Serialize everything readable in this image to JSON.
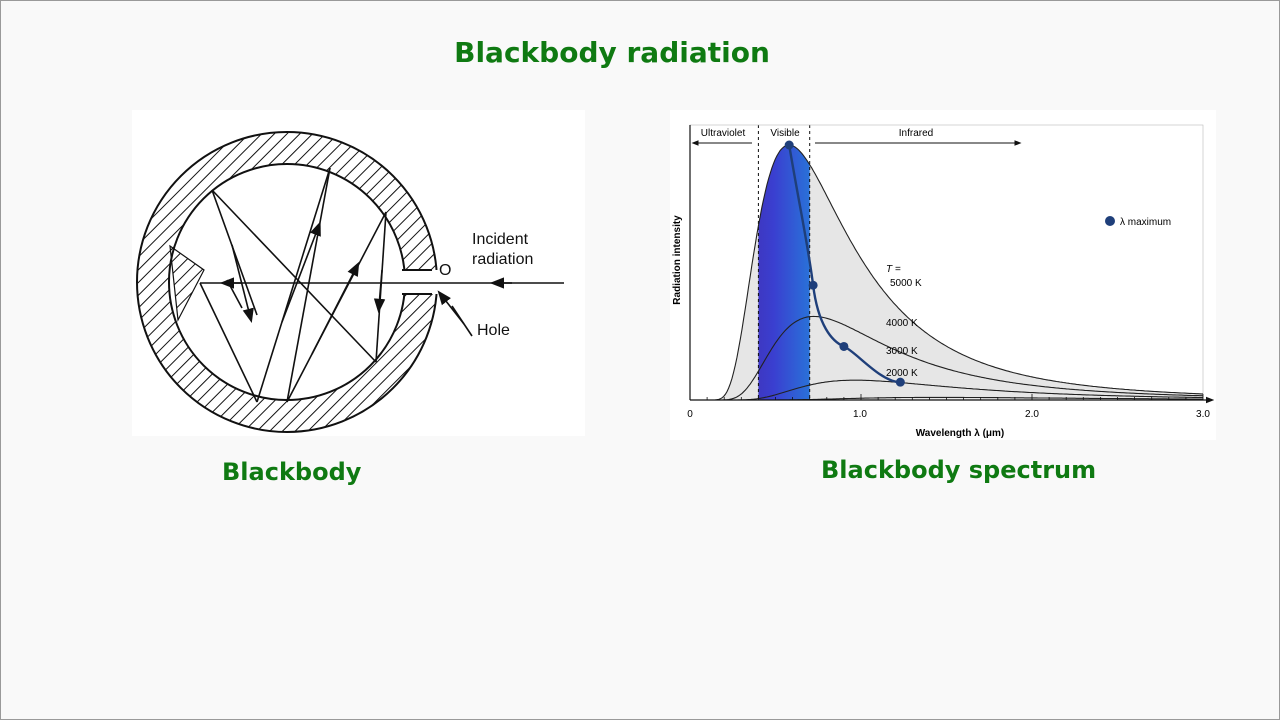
{
  "slide": {
    "title": "Blackbody radiation",
    "caption_left": "Blackbody",
    "caption_right": "Blackbody spectrum"
  },
  "cavity_diagram": {
    "label_incident_line1": "Incident",
    "label_incident_line2": "radiation",
    "label_o": "O",
    "label_hole": "Hole"
  },
  "chart_data": {
    "type": "line",
    "xlabel": "Wavelength λ (μm)",
    "ylabel": "Radiation intensity",
    "xlim": [
      0,
      3.0
    ],
    "x_ticks": [
      "0",
      "1.0",
      "2.0",
      "3.0"
    ],
    "regions": [
      {
        "label": "Ultraviolet",
        "range": [
          0,
          0.4
        ]
      },
      {
        "label": "Visible",
        "range": [
          0.4,
          0.7
        ]
      },
      {
        "label": "Infrared",
        "range": [
          0.7,
          3.0
        ]
      }
    ],
    "temperature_label": "T =",
    "series": [
      {
        "name": "5000 K",
        "peak_wavelength": 0.58,
        "peak_intensity": 1.0
      },
      {
        "name": "4000 K",
        "peak_wavelength": 0.72,
        "peak_intensity": 0.45
      },
      {
        "name": "3000 K",
        "peak_wavelength": 0.9,
        "peak_intensity": 0.21
      },
      {
        "name": "2000 K",
        "peak_wavelength": 1.23,
        "peak_intensity": 0.07
      }
    ],
    "legend": {
      "marker_label": "λ maximum",
      "marker_color": "#1f3f7a",
      "placement": "top-right"
    },
    "colors": {
      "fill_under_curve": "#e6e6e6",
      "curve": "#222222",
      "peak_line": "#1f3f7a"
    }
  }
}
